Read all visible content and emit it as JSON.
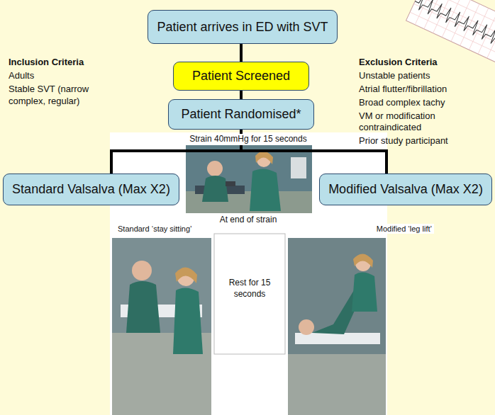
{
  "diagram": {
    "nodes": [
      {
        "text": [
          "Patient arrives in ED with SVT"
        ]
      },
      {
        "text": [
          "Patient Screened"
        ]
      },
      {
        "text": [
          "Patient Randomised*"
        ]
      },
      {
        "text": [
          "Standard Valsalva (Max X2)"
        ]
      },
      {
        "text": [
          "Modified Valsalva (Max X2)"
        ]
      }
    ],
    "edges": [
      {
        "from": 0,
        "to": 1,
        "arrow": "none"
      },
      {
        "from": 1,
        "to": 2,
        "arrow": "none"
      },
      {
        "from": 2,
        "to": 3,
        "arrow": "none"
      },
      {
        "from": 2,
        "to": 4,
        "arrow": "none"
      }
    ],
    "labels": [
      "Inclusion Criteria",
      "Adults",
      "Stable SVT (narrow complex, regular)",
      "Exclusion Criteria",
      "Unstable patients",
      "Atrial flutter/fibrillation",
      "Broad complex tachy",
      "VM or modification contraindicated",
      "Prior study participant",
      "Strain 40mmHg for 15 seconds",
      "At end of strain",
      "Standard ‘stay sitting’",
      "Rest for 15 seconds",
      "Modified ‘leg lift’"
    ]
  }
}
